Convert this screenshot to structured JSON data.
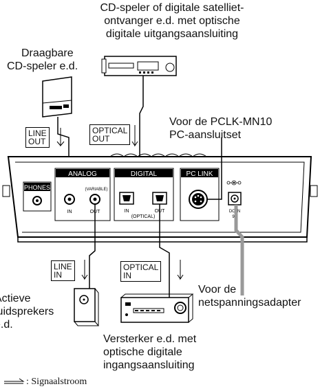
{
  "labels": {
    "top_device": [
      "CD-speler of digitale satelliet-",
      "ontvanger e.d. met optische",
      "digitale uitgangsaansluiting"
    ],
    "portable_cd": [
      "Draagbare",
      "CD-speler e.d."
    ],
    "pclk": [
      "Voor de PCLK-MN10",
      "PC-aansluitset"
    ],
    "speakers": [
      "Actieve",
      "luidsprekers",
      "e.d."
    ],
    "power": [
      "Voor de",
      "netspanningsadapter"
    ],
    "amplifier": [
      "Versterker e.d. met",
      "optische digitale",
      "ingangsaansluiting"
    ]
  },
  "signal_boxes": {
    "line_out": [
      "LINE",
      "OUT"
    ],
    "optical_out": [
      "OPTICAL",
      "OUT"
    ],
    "line_in": [
      "LINE",
      "IN"
    ],
    "optical_in": [
      "OPTICAL",
      "IN"
    ]
  },
  "panel": {
    "phones": "PHONES",
    "analog": "ANALOG",
    "digital": "DIGITAL",
    "pc_link": "PC LINK",
    "variable": "(VARIABLE)",
    "in": "IN",
    "out": "OUT",
    "optical": "(OPTICAL)",
    "dc_in": "DC IN",
    "dc_volt": "9V"
  },
  "legend": ": Signaalstroom"
}
